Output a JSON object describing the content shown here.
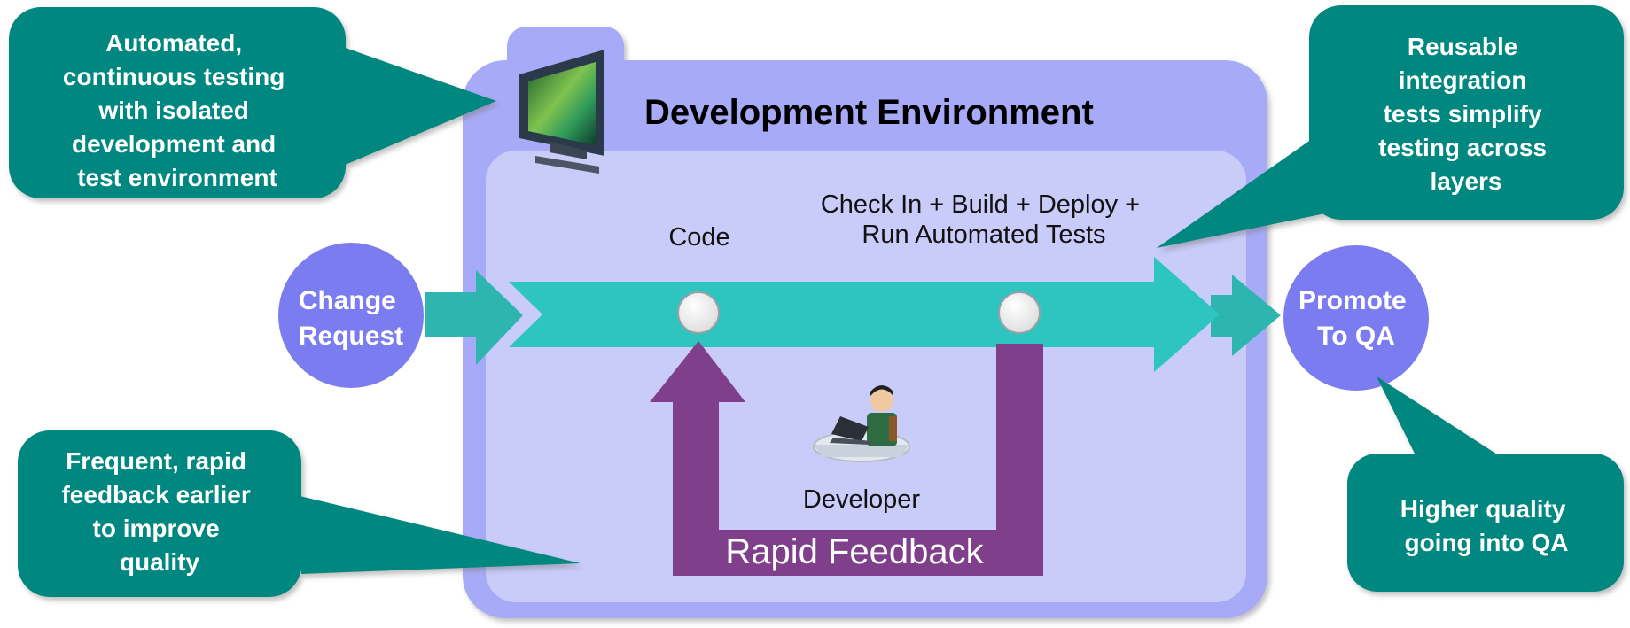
{
  "environment": {
    "title": "Development Environment"
  },
  "flow": {
    "input": "Change Request",
    "output": "Promote To QA",
    "stages": {
      "code": "Code",
      "build": "Check In + Build + Deploy +\nRun Automated Tests"
    },
    "developer": "Developer",
    "feedback": "Rapid Feedback"
  },
  "callouts": {
    "top_left": "Automated,\ncontinuous testing\nwith isolated\ndevelopment and\ntest environment",
    "bottom_left": "Frequent, rapid\nfeedback earlier\nto improve\nquality",
    "top_right": "Reusable\nintegration\ntests simplify\ntesting across\nlayers",
    "bottom_right": "Higher quality\ngoing into QA"
  },
  "colors": {
    "callout": "#00877f",
    "flow_arrow": "#2ec4bf",
    "environment_outer": "#a7aaf6",
    "environment_inner": "#c9cbf9",
    "feedback_arrow": "#7f3f8a",
    "circle": "#7b7cf0"
  },
  "icons": {
    "monitor": "monitor-icon",
    "developer": "developer-at-desk-icon"
  }
}
